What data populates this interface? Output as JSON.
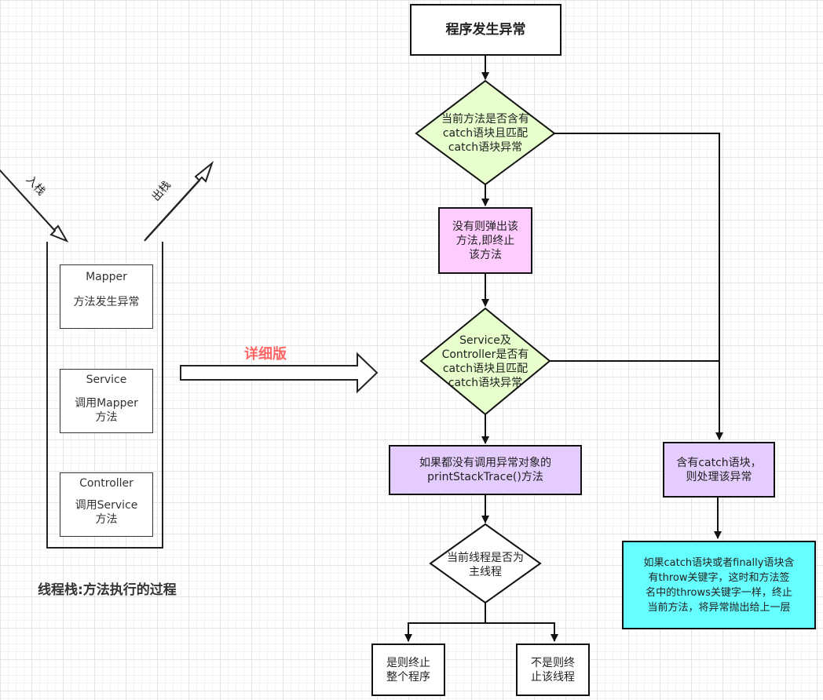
{
  "stack": {
    "push_label": "入栈",
    "pop_label": "出栈",
    "items": [
      {
        "name": "Mapper",
        "desc": "方法发生异常"
      },
      {
        "name": "Service",
        "desc": "调用Mapper\n方法"
      },
      {
        "name": "Controller",
        "desc": "调用Service\n方法"
      }
    ],
    "caption": "线程栈:方法执行的过程"
  },
  "arrow_label": "详细版",
  "flow": {
    "start": "程序发生异常",
    "decision1": "当前方法是否含有\ncatch语块且匹配\ncatch语块异常",
    "pop_method": "没有则弹出该\n方法,即终止\n该方法",
    "decision2": "Service及\nController是否有\ncatch语块且匹配\ncatch语块异常",
    "print_trace": "如果都没有调用异常对象的\nprintStackTrace()方法",
    "decision3": "当前线程是否为\n主线程",
    "end_program": "是则终止\n整个程序",
    "end_thread": "不是则终\n止该线程",
    "handle": "含有catch语块，\n则处理该异常",
    "rethrow": "如果catch语块或者finally语块含\n有throw关键字，这时和方法签\n名中的throws关键字一样，终止\n当前方法，将异常抛出给上一层"
  },
  "colors": {
    "decision_fill": "#e6ffcc",
    "pop_fill": "#ffccff",
    "print_fill": "#e5ccff",
    "handle_fill": "#e5ccff",
    "rethrow_fill": "#66ffff",
    "arrow_label_color": "#ff6666"
  }
}
